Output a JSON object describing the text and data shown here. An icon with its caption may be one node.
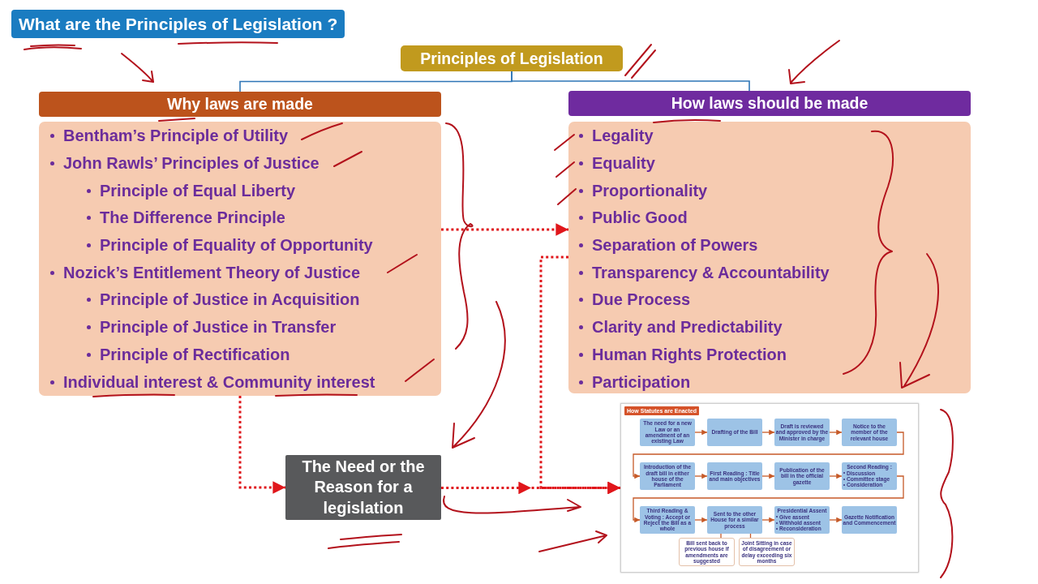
{
  "diagram": {
    "title": "What are the Principles of Legislation ?",
    "nodes": [
      {
        "text": [
          "Principles of Legislation"
        ]
      },
      {
        "text": [
          "Why laws are made"
        ]
      },
      {
        "text": [
          "Bentham’s Principle of Utility",
          "John Rawls’ Principles of Justice",
          "Principle of Equal Liberty",
          "The Difference Principle",
          "Principle of Equality of Opportunity",
          "Nozick’s Entitlement Theory of Justice",
          "Principle of Justice in Acquisition",
          "Principle of Justice in Transfer",
          "Principle of Rectification",
          "Individual interest & Community interest"
        ]
      },
      {
        "text": [
          "How laws should be made"
        ]
      },
      {
        "text": [
          "Legality",
          "Equality",
          "Proportionality",
          "Public Good",
          "Separation of Powers",
          "Transparency & Accountability",
          "Due Process",
          "Clarity and Predictability",
          "Human Rights Protection",
          "Participation"
        ]
      },
      {
        "text": [
          "The Need or the Reason for a legislation"
        ]
      },
      {
        "text": [
          "How Statutes are Enacted"
        ]
      },
      {
        "text": [
          "The need for a new Law or an amendment of an existing Law"
        ],
        "in": 6
      },
      {
        "text": [
          "Drafting of the Bill"
        ],
        "in": 6
      },
      {
        "text": [
          "Draft is reviewed and approved by the Minister in charge"
        ],
        "in": 6
      },
      {
        "text": [
          "Notice to the member of the relevant house"
        ],
        "in": 6
      },
      {
        "text": [
          "Introduction of the draft bill in either house of the Parliament"
        ],
        "in": 6
      },
      {
        "text": [
          "First Reading : Title and main objectives"
        ],
        "in": 6
      },
      {
        "text": [
          "Publication of the bill in the official gazette"
        ],
        "in": 6
      },
      {
        "text": [
          "Second Reading :",
          "Discussion",
          "Committee stage",
          "Consideration"
        ],
        "in": 6
      },
      {
        "text": [
          "Third Reading & Voting : Accept or Reject the Bill as a whole"
        ],
        "in": 6
      },
      {
        "text": [
          "Sent to the other House for a similar process"
        ],
        "in": 6
      },
      {
        "text": [
          "Presidential Assent",
          "Give assent",
          "Withhold assent",
          "Reconsideration"
        ],
        "in": 6
      },
      {
        "text": [
          "Gazette Notification and Commencement"
        ],
        "in": 6
      },
      {
        "text": [
          "Bill sent back to previous house if amendments are suggested"
        ],
        "in": 6
      },
      {
        "text": [
          "Joint Sitting in case of disagreement or delay exceeding six months"
        ],
        "in": 6
      }
    ],
    "edges": [
      {
        "from": 0,
        "to": 1,
        "arrow": "none",
        "color": "#2e75b6"
      },
      {
        "from": 0,
        "to": 3,
        "arrow": "none",
        "color": "#2e75b6"
      },
      {
        "from": 2,
        "to": 4,
        "arrow": "to",
        "style": "dashed",
        "color": "#e0161b"
      },
      {
        "from": 2,
        "to": 5,
        "arrow": "to",
        "style": "dashed",
        "color": "#e0161b"
      },
      {
        "from": 5,
        "to": 6,
        "arrow": "to",
        "style": "dashed",
        "color": "#e0161b"
      },
      {
        "from": 4,
        "to": 6,
        "arrow": "to",
        "style": "dashed",
        "color": "#e0161b"
      },
      {
        "from": 7,
        "to": 8,
        "arrow": "to"
      },
      {
        "from": 8,
        "to": 9,
        "arrow": "to"
      },
      {
        "from": 9,
        "to": 10,
        "arrow": "to"
      },
      {
        "from": 10,
        "to": 11,
        "arrow": "to"
      },
      {
        "from": 11,
        "to": 12,
        "arrow": "to"
      },
      {
        "from": 12,
        "to": 13,
        "arrow": "to"
      },
      {
        "from": 13,
        "to": 14,
        "arrow": "to"
      },
      {
        "from": 14,
        "to": 15,
        "arrow": "to"
      },
      {
        "from": 15,
        "to": 16,
        "arrow": "to"
      },
      {
        "from": 16,
        "to": 17,
        "arrow": "to"
      },
      {
        "from": 17,
        "to": 18,
        "arrow": "to"
      },
      {
        "from": 16,
        "to": 19,
        "arrow": "none"
      },
      {
        "from": 16,
        "to": 20,
        "arrow": "none"
      }
    ]
  }
}
